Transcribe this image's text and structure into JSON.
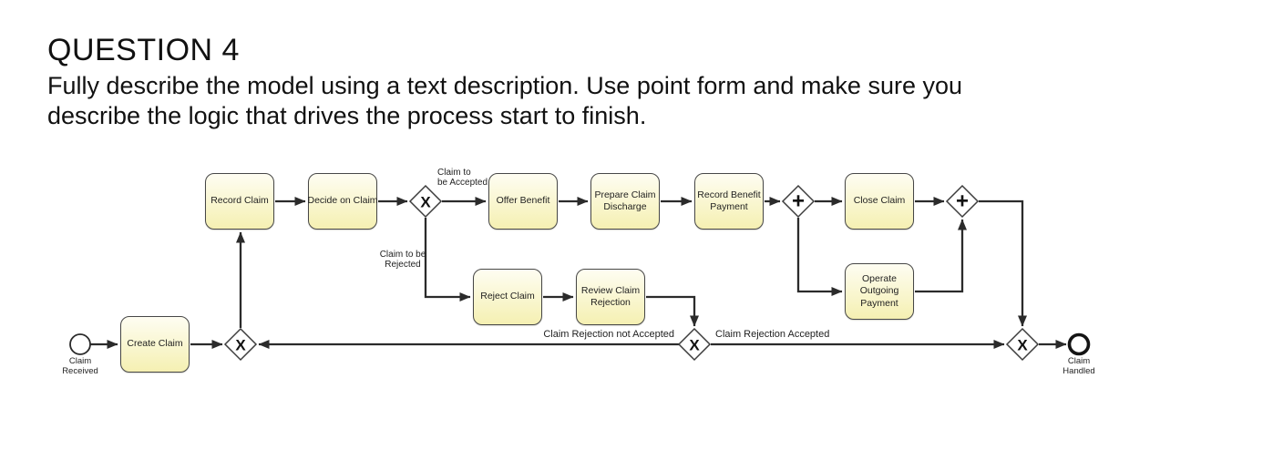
{
  "question": {
    "title": "QUESTION 4",
    "body_lines": [
      "Fully describe the model using a text description. Use point form and make sure you",
      "describe the logic that drives the process start to finish."
    ]
  },
  "diagram": {
    "events": {
      "start_label": "Claim\nReceived",
      "end_label": "Claim\nHandled"
    },
    "tasks": [
      {
        "label": "Create Claim"
      },
      {
        "label": "Record Claim"
      },
      {
        "label": "Decide on Claim"
      },
      {
        "label": "Offer Benefit"
      },
      {
        "label": "Prepare Claim\nDischarge"
      },
      {
        "label": "Record Benefit\nPayment"
      },
      {
        "label": "Close Claim"
      },
      {
        "label": "Operate\nOutgoing\nPayment"
      },
      {
        "label": "Reject Claim"
      },
      {
        "label": "Review Claim\nRejection"
      }
    ],
    "gateways": [
      {
        "name": "restart-merge",
        "type": "exclusive",
        "symbol": "X"
      },
      {
        "name": "accept-reject-split",
        "type": "exclusive",
        "symbol": "X"
      },
      {
        "name": "parallel-split",
        "type": "parallel",
        "symbol": "+"
      },
      {
        "name": "parallel-join",
        "type": "parallel",
        "symbol": "+"
      },
      {
        "name": "rejection-decision",
        "type": "exclusive",
        "symbol": "X"
      },
      {
        "name": "final-merge",
        "type": "exclusive",
        "symbol": "X"
      }
    ],
    "edge_labels": {
      "accepted": "Claim to\nbe Accepted",
      "rejected": "Claim to be\nRejected",
      "rejection_not_accepted": "Claim Rejection not Accepted",
      "rejection_accepted": "Claim Rejection Accepted"
    },
    "colors": {
      "task_fill_top": "#fefdf2",
      "task_fill_bottom": "#f5f0b2",
      "stroke": "#2b2b2b"
    }
  }
}
